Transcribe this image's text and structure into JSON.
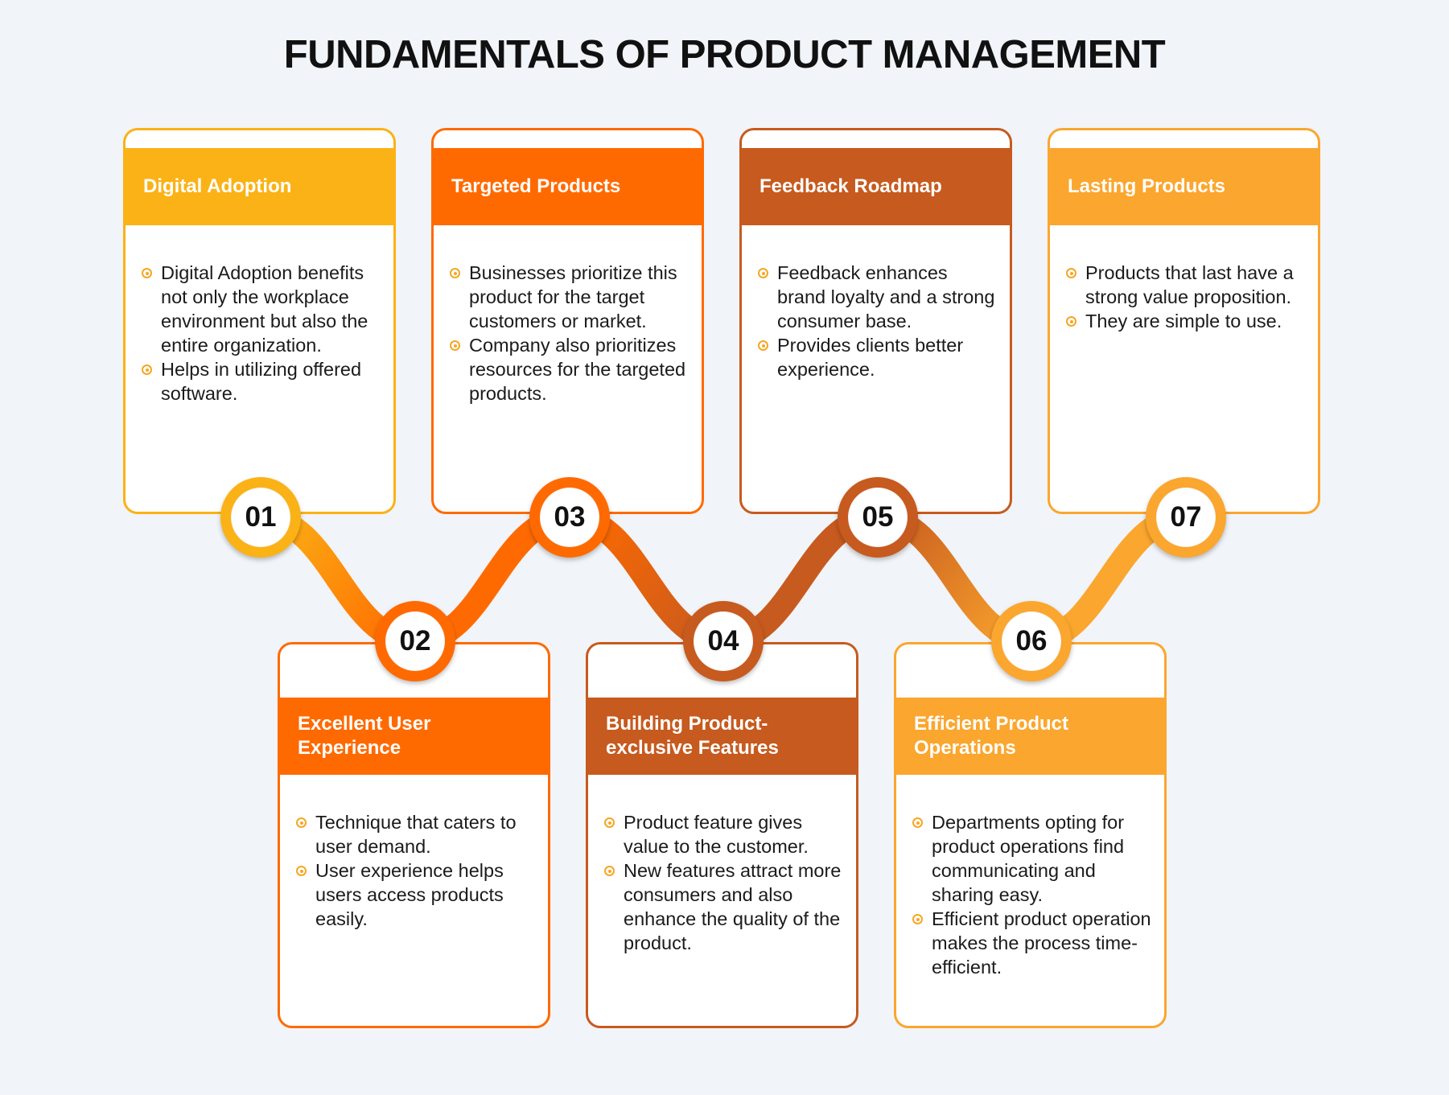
{
  "title": "FUNDAMENTALS OF PRODUCT MANAGEMENT",
  "colors": {
    "yellow": "#fbb216",
    "orange": "#ff6a00",
    "rust": "#c75a1e",
    "amber": "#fba62e",
    "background": "#f1f4f8",
    "bullet": "#f6a623"
  },
  "bullet_icon": "circle-dot-icon",
  "steps": [
    {
      "number": "01",
      "title": "Digital Adoption",
      "color": "#fbb216",
      "position": "top",
      "points": [
        "Digital Adoption benefits not only the workplace environment but also the entire organization.",
        "Helps in utilizing offered software."
      ]
    },
    {
      "number": "02",
      "title": "Excellent User Experience",
      "color": "#ff6a00",
      "position": "bottom",
      "points": [
        "Technique that caters to user demand.",
        "User experience helps users access products easily."
      ]
    },
    {
      "number": "03",
      "title": "Targeted Products",
      "color": "#ff6a00",
      "position": "top",
      "points": [
        "Businesses prioritize this product for the target customers or market.",
        "Company also prioritizes resources for the targeted products."
      ]
    },
    {
      "number": "04",
      "title": "Building Product-exclusive Features",
      "color": "#c75a1e",
      "position": "bottom",
      "points": [
        "Product feature gives value to the customer.",
        "New features attract more consumers and also enhance the quality of the product."
      ]
    },
    {
      "number": "05",
      "title": "Feedback Roadmap",
      "color": "#c75a1e",
      "position": "top",
      "points": [
        "Feedback enhances brand loyalty and a strong consumer base.",
        "Provides clients better experience."
      ]
    },
    {
      "number": "06",
      "title": "Efficient Product Operations",
      "color": "#fba62e",
      "position": "bottom",
      "points": [
        "Departments opting for product operations find communicating and sharing easy.",
        "Efficient product operation makes the process time-efficient."
      ]
    },
    {
      "number": "07",
      "title": "Lasting Products",
      "color": "#fba62e",
      "position": "top",
      "points": [
        "Products that last have a strong value proposition.",
        "They are simple to use."
      ]
    }
  ]
}
